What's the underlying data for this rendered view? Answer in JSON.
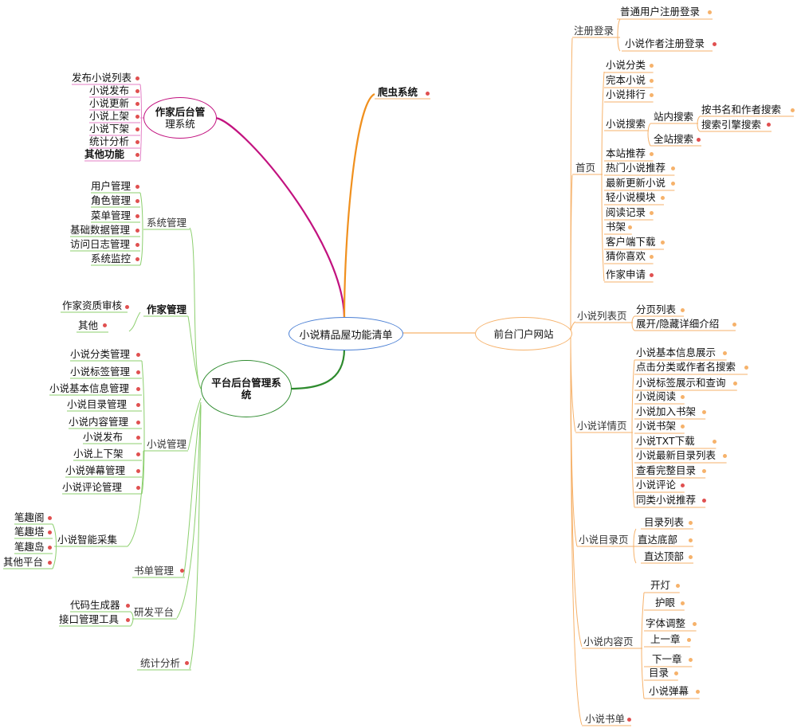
{
  "root": "小说精品屋功能清单",
  "crawler": "爬虫系统",
  "author_backend": {
    "title_line1": "作家后台管",
    "title_line2": "理系统",
    "items": [
      "发布小说列表",
      "小说发布",
      "小说更新",
      "小说上架",
      "小说下架",
      "统计分析",
      "其他功能"
    ]
  },
  "platform": {
    "title_line1": "平台后台管理系",
    "title_line2": "统",
    "system_mgmt": {
      "label": "系统管理",
      "items": [
        "用户管理",
        "角色管理",
        "菜单管理",
        "基础数据管理",
        "访问日志管理",
        "系统监控"
      ]
    },
    "author_mgmt": {
      "label": "作家管理",
      "items": [
        "作家资质审核",
        "其他"
      ]
    },
    "novel_mgmt": {
      "label": "小说管理",
      "items": [
        "小说分类管理",
        "小说标签管理",
        "小说基本信息管理",
        "小说目录管理",
        "小说内容管理",
        "小说发布",
        "小说上下架",
        "小说弹幕管理",
        "小说评论管理"
      ],
      "collect": {
        "label": "小说智能采集",
        "items": [
          "笔趣阁",
          "笔趣塔",
          "笔趣岛",
          "其他平台"
        ]
      }
    },
    "booklist_mgmt": "书单管理",
    "dev_platform": {
      "label": "研发平台",
      "items": [
        "代码生成器",
        "接口管理工具"
      ]
    },
    "stats": "统计分析"
  },
  "portal": {
    "title": "前台门户网站",
    "register": {
      "label": "注册登录",
      "items": [
        "普通用户注册登录",
        "小说作者注册登录"
      ]
    },
    "home": {
      "label": "首页",
      "items": [
        "小说分类",
        "完本小说",
        "小说排行",
        "小说搜索",
        "本站推荐",
        "热门小说推荐",
        "最新更新小说",
        "轻小说模块",
        "阅读记录",
        "书架",
        "客户端下载",
        "猜你喜欢",
        "作家申请"
      ],
      "search": {
        "site": "站内搜索",
        "site_items": [
          "按书名和作者搜索",
          "搜索引擎搜索"
        ],
        "global": "全站搜索"
      }
    },
    "list_page": {
      "label": "小说列表页",
      "items": [
        "分页列表",
        "展开/隐藏详细介绍"
      ]
    },
    "detail_page": {
      "label": "小说详情页",
      "items": [
        "小说基本信息展示",
        "点击分类或作者名搜索",
        "小说标签展示和查询",
        "小说阅读",
        "小说加入书架",
        "小说书架",
        "小说TXT下载",
        "小说最新目录列表",
        "查看完整目录",
        "小说评论",
        "同类小说推荐"
      ]
    },
    "catalog_page": {
      "label": "小说目录页",
      "items": [
        "目录列表",
        "直达底部",
        "直达顶部"
      ]
    },
    "content_page": {
      "label": "小说内容页",
      "items": [
        "开灯",
        "护眼",
        "字体调整",
        "上一章",
        "下一章",
        "目录",
        "小说弹幕"
      ]
    },
    "booklist": "小说书单"
  },
  "colors": {
    "magenta": "#c2127f",
    "orange": "#f0901e",
    "green": "#2e8b2e",
    "light_green": "#8ccf6e",
    "light_orange": "#f6b26b",
    "light_magenta": "#e37fc5",
    "root_border": "#4a7fd4",
    "dot": "#e05050"
  }
}
